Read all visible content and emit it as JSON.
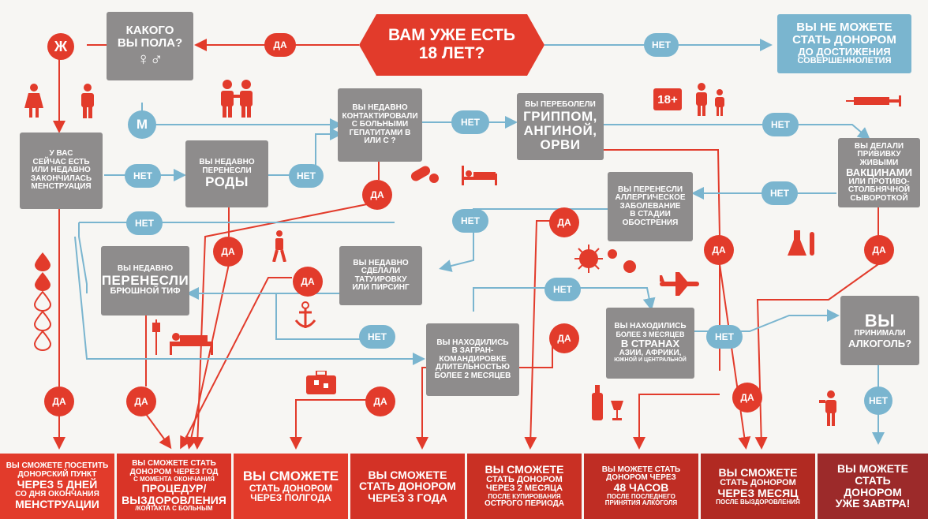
{
  "start": {
    "line1": "ВАМ УЖЕ ЕСТЬ",
    "line2": "18 ЛЕТ?"
  },
  "labels": {
    "yes": "ДА",
    "no": "НЕТ",
    "female": "Ж",
    "male": "М",
    "age18": "18+"
  },
  "too_young": {
    "l1": "ВЫ НЕ МОЖЕТЕ",
    "l2": "СТАТЬ ДОНОРОМ",
    "l3": "ДО ДОСТИЖЕНИЯ",
    "l4": "СОВЕРШЕННОЛЕТИЯ"
  },
  "gender": {
    "l1": "КАКОГО",
    "l2": "ВЫ ПОЛА?",
    "symbols": "♀♂"
  },
  "menstruation": {
    "l1": "У ВАС",
    "l2": "СЕЙЧАС ЕСТЬ",
    "l3": "ИЛИ НЕДАВНО",
    "l4": "ЗАКОНЧИЛАСЬ",
    "l5": "МЕНСТРУАЦИЯ"
  },
  "birth": {
    "l1": "ВЫ НЕДАВНО",
    "l2": "ПЕРЕНЕСЛИ",
    "l3": "РОДЫ"
  },
  "hepatitis": {
    "l1": "ВЫ НЕДАВНО",
    "l2": "КОНТАКТИРОВАЛИ",
    "l3": "С БОЛЬНЫМИ",
    "l4": "ГЕПАТИТАМИ В",
    "l5": "ИЛИ С ?"
  },
  "flu": {
    "l1": "ВЫ ПЕРЕБОЛЕЛИ",
    "l2": "ГРИППОМ,",
    "l3": "АНГИНОЙ,",
    "l4": "ОРВИ"
  },
  "vaccine": {
    "l1": "ВЫ ДЕЛАЛИ",
    "l2": "ПРИВИВКУ ЖИВЫМИ",
    "l3": "ВАКЦИНАМИ",
    "l4": "ИЛИ ПРОТИВО-",
    "l5": "СТОЛБНЯЧНОЙ",
    "l6": "СЫВОРОТКОЙ"
  },
  "allergy": {
    "l1": "ВЫ ПЕРЕНЕСЛИ",
    "l2": "АЛЛЕРГИЧЕСКОЕ",
    "l3": "ЗАБОЛЕВАНИЕ",
    "l4": "В СТАДИИ",
    "l5": "ОБОСТРЕНИЯ"
  },
  "typhoid": {
    "l1": "ВЫ НЕДАВНО",
    "l2": "ПЕРЕНЕСЛИ",
    "l3": "БРЮШНОЙ ТИФ"
  },
  "tattoo": {
    "l1": "ВЫ НЕДАВНО",
    "l2": "СДЕЛАЛИ",
    "l3": "ТАТУИРОВКУ",
    "l4": "ИЛИ ПИРСИНГ"
  },
  "abroad": {
    "l1": "ВЫ НАХОДИЛИСЬ",
    "l2": "В ЗАГРАН-",
    "l3": "КОМАНДИРОВКЕ",
    "l4": "ДЛИТЕЛЬНОСТЬЮ",
    "l5": "БОЛЕЕ 2 МЕСЯЦЕВ"
  },
  "countries": {
    "l1": "ВЫ НАХОДИЛИСЬ",
    "l2": "БОЛЕЕ 3 МЕСЯЦЕВ",
    "l3": "В СТРАНАХ",
    "l4": "АЗИИ, АФРИКИ,",
    "l5": "ЮЖНОЙ И ЦЕНТРАЛЬНОЙ"
  },
  "alcohol": {
    "l1": "ВЫ",
    "l2": "ПРИНИМАЛИ",
    "l3": "АЛКОГОЛЬ?"
  },
  "outcomes": [
    {
      "l1": "ВЫ СМОЖЕТЕ ПОСЕТИТЬ",
      "l2": "ДОНОРСКИЙ ПУНКТ",
      "l3": "ЧЕРЕЗ 5 ДНЕЙ",
      "l4": "СО ДНЯ ОКОНЧАНИЯ",
      "l5": "МЕНСТРУАЦИИ"
    },
    {
      "l1": "ВЫ СМОЖЕТЕ СТАТЬ",
      "l2": "ДОНОРОМ ЧЕРЕЗ ГОД",
      "l3": "С МОМЕНТА ОКОНЧАНИЯ",
      "l4": "ПРОЦЕДУР/",
      "l5": "ВЫЗДОРОВЛЕНИЯ",
      "l6": "/КОНТАКТА С БОЛЬНЫМ"
    },
    {
      "l1": "ВЫ СМОЖЕТЕ",
      "l2": "СТАТЬ ДОНОРОМ",
      "l3": "ЧЕРЕЗ ПОЛГОДА"
    },
    {
      "l1": "ВЫ СМОЖЕТЕ",
      "l2": "СТАТЬ ДОНОРОМ",
      "l3": "ЧЕРЕЗ 3 ГОДА"
    },
    {
      "l1": "ВЫ СМОЖЕТЕ",
      "l2": "СТАТЬ ДОНОРОМ",
      "l3": "ЧЕРЕЗ 2 МЕСЯЦА",
      "l4": "ПОСЛЕ КУПИРОВАНИЯ",
      "l5": "ОСТРОГО ПЕРИОДА"
    },
    {
      "l1": "ВЫ МОЖЕТЕ СТАТЬ",
      "l2": "ДОНОРОМ ЧЕРЕЗ",
      "l3": "48 ЧАСОВ",
      "l4": "ПОСЛЕ ПОСЛЕДНЕГО",
      "l5": "ПРИНЯТИЯ АЛКОГОЛЯ"
    },
    {
      "l1": "ВЫ СМОЖЕТЕ",
      "l2": "СТАТЬ ДОНОРОМ",
      "l3": "ЧЕРЕЗ МЕСЯЦ",
      "l4": "ПОСЛЕ ВЫЗДОРОВЛЕНИЯ"
    },
    {
      "l1": "ВЫ МОЖЕТЕ",
      "l2": "СТАТЬ",
      "l3": "ДОНОРОМ",
      "l4": "УЖЕ ЗАВТРА!"
    }
  ],
  "colors": {
    "red": "#e23b2b",
    "grey": "#8e8c8c",
    "blue": "#7ab5cf",
    "outcome_dark": "#9c2a2a"
  }
}
